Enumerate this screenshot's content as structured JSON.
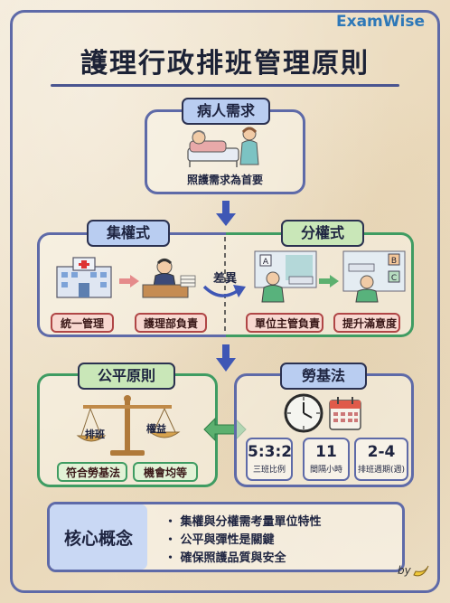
{
  "brand": "ExamWise",
  "title": "護理行政排班管理原則",
  "patient": {
    "tag": "病人需求",
    "caption": "照護需求為首要"
  },
  "central": {
    "tag": "集權式",
    "left_label": "統一管理",
    "right_label": "護理部負責"
  },
  "difference_label": "差異",
  "decentral": {
    "tag": "分權式",
    "left_label": "單位主管負責",
    "right_label": "提升滿意度",
    "room_letters": [
      "A",
      "B",
      "C"
    ]
  },
  "fairness": {
    "tag": "公平原則",
    "left_pan": "排班",
    "right_pan": "權益",
    "left_label": "符合勞基法",
    "right_label": "機會均等"
  },
  "labor_law": {
    "tag": "勞基法",
    "stats": [
      {
        "value": "5:3:2",
        "label": "三班比例"
      },
      {
        "value": "11",
        "label": "間隔小時"
      },
      {
        "value": "2-4",
        "label": "排班週期(週)"
      }
    ]
  },
  "core": {
    "title": "核心概念",
    "bullets": [
      "・ 集權與分權需考量單位特性",
      "・ 公平與彈性是關鍵",
      "・ 確保照護品質與安全"
    ]
  },
  "signature": "by",
  "colors": {
    "frame": "#5e6aa8",
    "green": "#3f9c62",
    "blue_tag": "#b9cdf1",
    "green_tag": "#c9e7b8",
    "red_pill": "#b04646"
  }
}
